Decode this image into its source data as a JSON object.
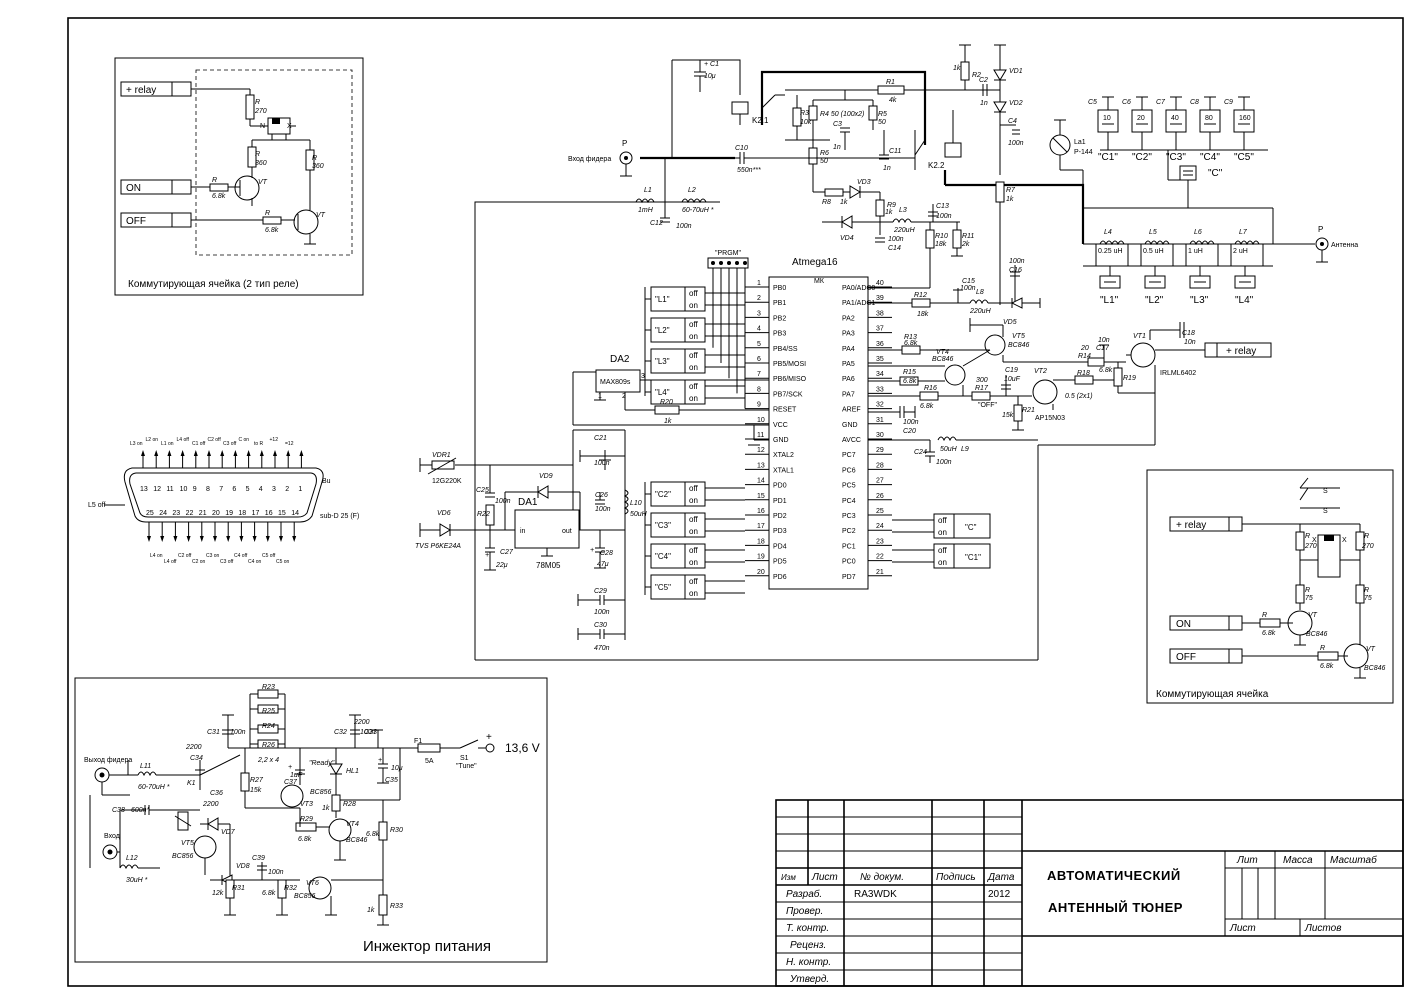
{
  "title_block": {
    "title_line1": "АВТОМАТИЧЕСКИЙ",
    "title_line2": "АНТЕННЫЙ ТЮНЕР",
    "col_izm": "Изм",
    "col_list": "Лист",
    "col_dokum": "№ докум.",
    "col_podpis": "Подпись",
    "col_data": "Дата",
    "razrab": "Разраб.",
    "razrab_name": "RA3WDK",
    "razrab_year": "2012",
    "prover": "Провер.",
    "t_kontr": "Т. контр.",
    "recenz": "Реценз.",
    "n_kontr": "Н. контр.",
    "utverd": "Утверд.",
    "lit": "Лит",
    "massa": "Масса",
    "masshtab": "Масштаб",
    "list": "Лист",
    "listov": "Листов"
  },
  "cells": {
    "top_left_caption": "Коммутирующая ячейка (2 тип реле)",
    "right_caption": "Коммутирующая ячейка",
    "injector_caption": "Инжектор питания",
    "relay_plus": "+ relay",
    "on": "ON",
    "off": "OFF"
  },
  "mcu": {
    "name": "Atmega16",
    "mk": "МК",
    "left_pins": [
      "PB0",
      "PB1",
      "PB2",
      "PB3",
      "PB4/SS",
      "PB5/MOSI",
      "PB6/MISO",
      "PB7/SCK",
      "RESET",
      "VCC",
      "GND",
      "XTAL2",
      "XTAL1",
      "PD0",
      "PD1",
      "PD2",
      "PD3",
      "PD4",
      "PD5",
      "PD6"
    ],
    "left_nums": [
      "1",
      "2",
      "3",
      "4",
      "5",
      "6",
      "7",
      "8",
      "9",
      "10",
      "11",
      "12",
      "13",
      "14",
      "15",
      "16",
      "17",
      "18",
      "19",
      "20"
    ],
    "right_pins": [
      "PA0/ADC0",
      "PA1/ADC1",
      "PA2",
      "PA3",
      "PA4",
      "PA5",
      "PA6",
      "PA7",
      "AREF",
      "GND",
      "AVCC",
      "PC7",
      "PC6",
      "PC5",
      "PC4",
      "PC3",
      "PC2",
      "PC1",
      "PC0",
      "PD7"
    ],
    "right_nums": [
      "40",
      "39",
      "38",
      "37",
      "36",
      "35",
      "34",
      "33",
      "32",
      "31",
      "30",
      "29",
      "28",
      "27",
      "26",
      "25",
      "24",
      "23",
      "22",
      "21"
    ]
  },
  "switches": {
    "left": [
      "\"L1\"",
      "\"L2\"",
      "\"L3\"",
      "\"L4\"",
      "\"C2\"",
      "\"C3\"",
      "\"C4\"",
      "\"C5\""
    ],
    "right": [
      "\"C\"",
      "\"C1\""
    ],
    "off": "off",
    "on": "on",
    "prgm": "\"PRGM\""
  },
  "labels": {
    "da2": "DA2",
    "max809": "MAX809s",
    "da1": "DA1",
    "reg": "78M05",
    "reg_in": "in",
    "reg_out": "out",
    "vhod_fidera": "Вход фидера",
    "antenna": "Антенна",
    "p": "P",
    "vyhod_fidera": "Выход фидера",
    "vhod": "Вход",
    "voltage": "13,6 V",
    "plus": "+",
    "fuse": "F1",
    "fuse_val": "5A",
    "s1": "S1",
    "tune": "\"Tune\"",
    "subd": "sub-D 25 (F)",
    "bu": "Bu",
    "ready": "\"Ready\"",
    "la1": "La1",
    "p144": "P-144",
    "vdr1": "VDR1",
    "vdr1_val": "12G220K",
    "vd6": "VD6",
    "vd6_val": "TVS P6KE24A",
    "irlml": "IRLML6402",
    "ap15": "AP15N03",
    "c_label": "\"C\"",
    "s_label": "S"
  },
  "bank": {
    "caps": [
      "C5",
      "C6",
      "C7",
      "C8",
      "C9"
    ],
    "cap_vals": [
      "10",
      "20",
      "40",
      "80",
      "160"
    ],
    "cap_sw": [
      "\"C1\"",
      "\"C2\"",
      "\"C3\"",
      "\"C4\"",
      "\"C5\""
    ],
    "coils": [
      "L4",
      "L5",
      "L6",
      "L7"
    ],
    "coil_vals": [
      "0.25 uH",
      "0.5 uH",
      "1 uH",
      "2 uH"
    ],
    "coil_sw": [
      "\"L1\"",
      "\"L2\"",
      "\"L3\"",
      "\"L4\""
    ]
  },
  "parts": [
    {
      "t": "C1",
      "v": "10μ"
    },
    {
      "t": "R2",
      "v": "1k"
    },
    {
      "t": "C2",
      "v": "1n"
    },
    {
      "t": "VD1",
      "v": ""
    },
    {
      "t": "VD2",
      "v": ""
    },
    {
      "t": "C4",
      "v": "100n"
    },
    {
      "t": "R1",
      "v": "4k"
    },
    {
      "t": "R3",
      "v": "10k"
    },
    {
      "t": "R4",
      "v": "50 (100x2)"
    },
    {
      "t": "R5",
      "v": "50"
    },
    {
      "t": "C3",
      "v": "1n"
    },
    {
      "t": "R6",
      "v": "50"
    },
    {
      "t": "C11",
      "v": "1n"
    },
    {
      "t": "K2.1",
      "v": ""
    },
    {
      "t": "K2.2",
      "v": ""
    },
    {
      "t": "C10",
      "v": "550n***"
    },
    {
      "t": "R8",
      "v": "1k"
    },
    {
      "t": "VD3",
      "v": ""
    },
    {
      "t": "R9",
      "v": "1k"
    },
    {
      "t": "VD4",
      "v": ""
    },
    {
      "t": "L3",
      "v": "220uH"
    },
    {
      "t": "C13",
      "v": "100n"
    },
    {
      "t": "R10",
      "v": "18k"
    },
    {
      "t": "R11",
      "v": "2k"
    },
    {
      "t": "C14",
      "v": "100n"
    },
    {
      "t": "R7",
      "v": "1k"
    },
    {
      "t": "C15",
      "v": "100n"
    },
    {
      "t": "C16",
      "v": "100n"
    },
    {
      "t": "L8",
      "v": "220uH"
    },
    {
      "t": "VD5",
      "v": ""
    },
    {
      "t": "R12",
      "v": "18k"
    },
    {
      "t": "L1",
      "v": "1mH"
    },
    {
      "t": "L2",
      "v": "60-70uH *"
    },
    {
      "t": "C12",
      "v": "100n"
    },
    {
      "t": "R13",
      "v": "6.8k"
    },
    {
      "t": "VT4",
      "v": "BC846"
    },
    {
      "t": "VT5",
      "v": "BC846"
    },
    {
      "t": "R14",
      "v": "20"
    },
    {
      "t": "C17",
      "v": "10n"
    },
    {
      "t": "C18",
      "v": "10n"
    },
    {
      "t": "VT1",
      "v": ""
    },
    {
      "t": "R15",
      "v": "6.8k"
    },
    {
      "t": "C19",
      "v": "10uF"
    },
    {
      "t": "VT2",
      "v": ""
    },
    {
      "t": "R16",
      "v": "6.8k"
    },
    {
      "t": "R17",
      "v": "300"
    },
    {
      "t": "R18",
      "v": "0.5 (2x1)"
    },
    {
      "t": "R19",
      "v": "6.8k"
    },
    {
      "t": "R21",
      "v": "15k"
    },
    {
      "t": "C20",
      "v": "100n"
    },
    {
      "t": "C24",
      "v": "100n"
    },
    {
      "t": "L9",
      "v": "50uH"
    },
    {
      "t": "R20",
      "v": "1k"
    },
    {
      "t": "C21",
      "v": "100n"
    },
    {
      "t": "C25",
      "v": "100n"
    },
    {
      "t": "R22",
      "v": ""
    },
    {
      "t": "C27",
      "v": "22μ"
    },
    {
      "t": "VD9",
      "v": ""
    },
    {
      "t": "C26",
      "v": "100n"
    },
    {
      "t": "L10",
      "v": "50uH"
    },
    {
      "t": "C28",
      "v": "47μ"
    },
    {
      "t": "C29",
      "v": "100n"
    },
    {
      "t": "C30",
      "v": "470n"
    },
    {
      "t": "R23",
      "v": ""
    },
    {
      "t": "R25",
      "v": ""
    },
    {
      "t": "R24",
      "v": ""
    },
    {
      "t": "R26",
      "v": "2,2 x 4"
    },
    {
      "t": "C31",
      "v": "100n"
    },
    {
      "t": "C32",
      "v": "100n"
    },
    {
      "t": "C33",
      "v": "2200"
    },
    {
      "t": "C34",
      "v": "2200"
    },
    {
      "t": "L11",
      "v": "60-70uH *"
    },
    {
      "t": "K1",
      "v": ""
    },
    {
      "t": "C36",
      "v": "2200"
    },
    {
      "t": "C38",
      "v": "600n*"
    },
    {
      "t": "L12",
      "v": "30uH *"
    },
    {
      "t": "VT5",
      "v": "BC856"
    },
    {
      "t": "VD7",
      "v": ""
    },
    {
      "t": "R27",
      "v": "15k"
    },
    {
      "t": "C37",
      "v": "1uF"
    },
    {
      "t": "VT3",
      "v": "BC856"
    },
    {
      "t": "HL1",
      "v": ""
    },
    {
      "t": "C35",
      "v": "10μ"
    },
    {
      "t": "R28",
      "v": "1k"
    },
    {
      "t": "R29",
      "v": "6.8k"
    },
    {
      "t": "VT4",
      "v": "BC846"
    },
    {
      "t": "R30",
      "v": "6.8k"
    },
    {
      "t": "C39",
      "v": "100n"
    },
    {
      "t": "VD8",
      "v": ""
    },
    {
      "t": "R31",
      "v": "12k"
    },
    {
      "t": "R32",
      "v": "6.8k"
    },
    {
      "t": "VT6",
      "v": "BC856"
    },
    {
      "t": "R33",
      "v": "1k"
    }
  ],
  "connector_top": [
    "L3 on",
    "L2 on",
    "L1 on",
    "L4 off",
    "C1 off",
    "C2 off",
    "C3 off",
    "C on",
    "to R",
    "+12",
    "=12"
  ],
  "connector_bottom": [
    "L4 on",
    "L4 off",
    "C2 off",
    "C2 on",
    "C3 on",
    "C3 off",
    "C4 off",
    "C4 on",
    "C5 off",
    "C5 on"
  ],
  "connector_pins_top": [
    "13",
    "12",
    "11",
    "10",
    "9",
    "8",
    "7",
    "6",
    "5",
    "4",
    "3",
    "2",
    "1"
  ],
  "connector_pins_bottom": [
    "25",
    "24",
    "23",
    "22",
    "21",
    "20",
    "19",
    "18",
    "17",
    "16",
    "15",
    "14"
  ],
  "small_cell": {
    "r_top": "R",
    "r_top_val": "270",
    "r2": "R",
    "r2_val": "360",
    "r3": "R",
    "r3_val": "360",
    "r_on": "R",
    "r_on_val": "6.8k",
    "r_off": "R",
    "r_off_val": "6.8k",
    "vt": "VT",
    "rc_r": "R",
    "r75": "75",
    "bc846": "BC846"
  }
}
